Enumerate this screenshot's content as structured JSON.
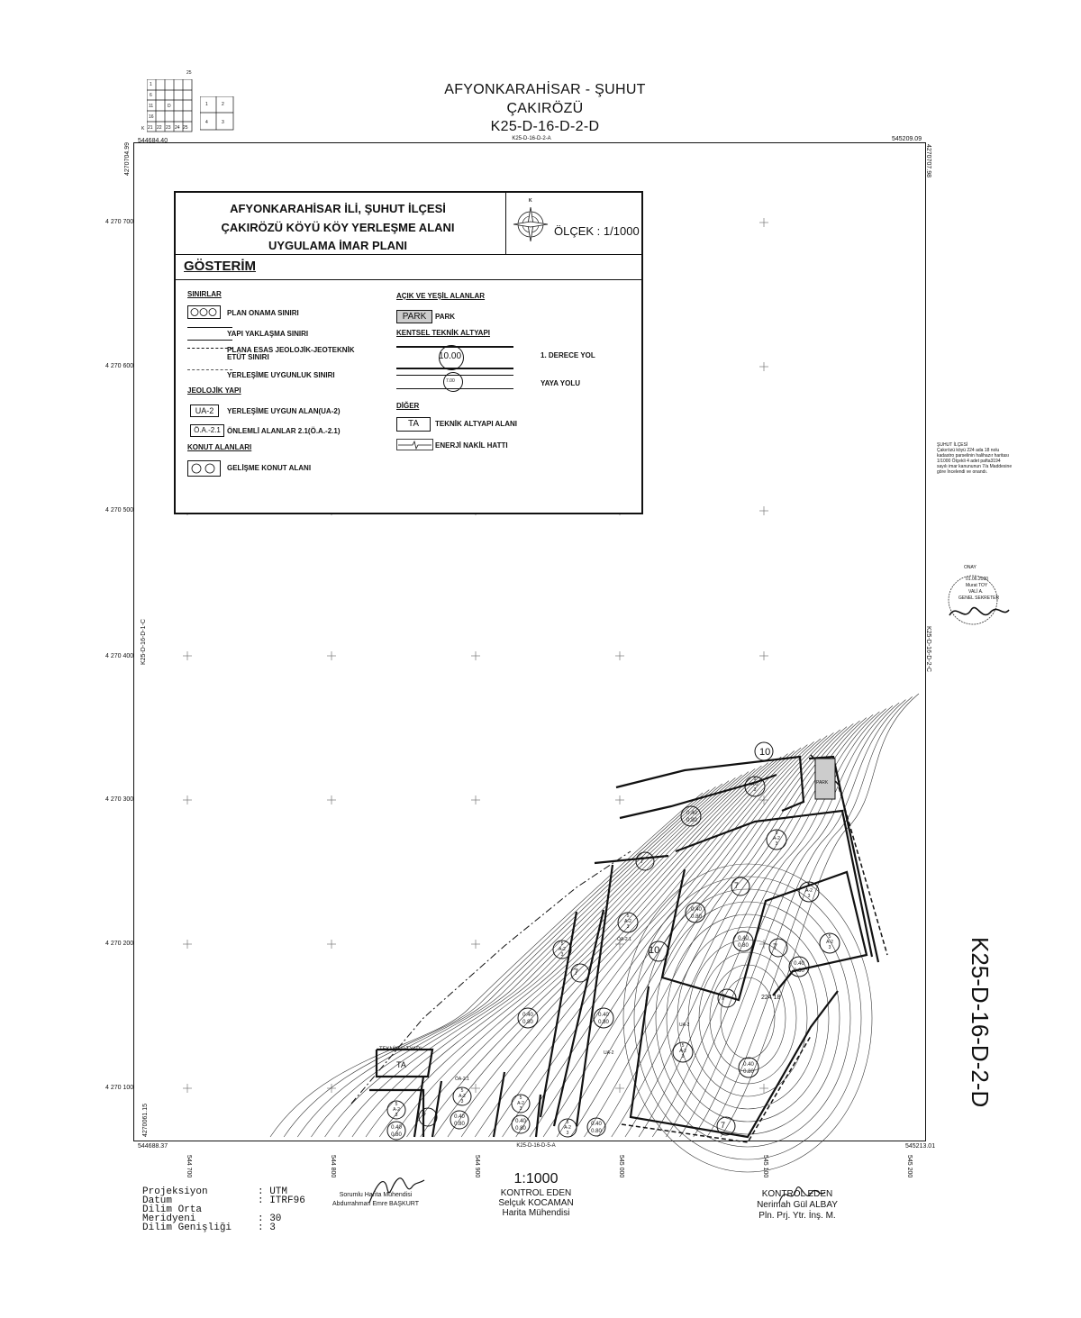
{
  "header": {
    "line1": "AFYONKARAHİSAR - ŞUHUT",
    "line2": "ÇAKIRÖZÜ",
    "sheet": "K25-D-16-D-2-D",
    "top_sheet": "K25-D-16-D-2-A",
    "bottom_sheet": "K25-D-16-D-5-A",
    "left_sheet": "K25-D-16-D-1-C",
    "right_sheet": "K25-D-16-D-2-C",
    "side_sheet": "K25-D-16-D-2-D"
  },
  "index_map": {
    "top_number": "25",
    "cells": [
      "1",
      "6",
      "11",
      "D",
      "16",
      "21",
      "22",
      "23",
      "24",
      "25"
    ],
    "mini_cells": [
      "1",
      "2",
      "4",
      "3"
    ],
    "k_label": "K"
  },
  "corners": {
    "top_left": "544684.40",
    "top_right": "545209.09",
    "bottom_left": "544688.37",
    "bottom_right": "545213.01",
    "left_top_vertical": "4270704.99",
    "left_bottom_vertical": "4270061.15",
    "right_top_vertical": "4270707.98"
  },
  "northing_labels": [
    "4 270 700",
    "4 270 600",
    "4 270 500",
    "4 270 400",
    "4 270 300",
    "4 270 200",
    "4 270 100"
  ],
  "easting_labels": [
    "544 700",
    "544 800",
    "544 900",
    "545 000",
    "545 100",
    "545 200"
  ],
  "legend": {
    "title_line1": "AFYONKARAHİSAR İLİ, ŞUHUT İLÇESİ",
    "title_line2": "ÇAKIRÖZÜ KÖYÜ KÖY YERLEŞME ALANI",
    "title_line3": "UYGULAMA İMAR PLANI",
    "north_letter": "K",
    "scale": "ÖLÇEK : 1/1000",
    "gosterim": "GÖSTERİM",
    "sections": {
      "sinirlar": "SINIRLAR",
      "jeolojik": "JEOLOJİK YAPI",
      "konut": "KONUT ALANLARI",
      "acik_yesil": "AÇIK VE YEŞİL ALANLAR",
      "kentsel": "KENTSEL TEKNİK ALTYAPI",
      "diger": "DİĞER"
    },
    "items": {
      "plan_onama": "PLAN ONAMA SINIRI",
      "yapi_yaklasma": "YAPI YAKLAŞMA SINIRI",
      "jeoteknik_1": "PLANA ESAS JEOLOJİK-JEOTEKNİK",
      "jeoteknik_2": "ETÜT SINIRI",
      "uygunluk": "YERLEŞİME UYGUNLUK SINIRI",
      "ua2": "YERLEŞİME UYGUN ALAN(UA-2)",
      "ua2_sym": "UA-2",
      "oa21": "ÖNLEMLİ ALANLAR 2.1(Ö.A.-2.1)",
      "oa21_sym": "Ö.A.-2.1",
      "gelisme": "GELİŞME KONUT ALANI",
      "park": "PARK",
      "park_sym": "PARK",
      "derece_yol": "1. DERECE YOL",
      "derece_sym": "10.00",
      "yaya_yol": "YAYA YOLU",
      "yaya_sym": "7.00",
      "teknik": "TEKNİK ALTYAPI ALANI",
      "teknik_sym": "TA",
      "enerji": "ENERJİ NAKİL HATTI"
    }
  },
  "approval_note": {
    "lines": [
      "ŞUHUT İLÇESİ",
      "Çakırözü köyü 224 ada 18 nolu",
      "kadastro parselinin halihazır haritası",
      "1/1000 Ölçekli 4 adet pafta3194",
      "sayılı imar kanununun 7/a Maddesine",
      "göre İncelendi ve onandı."
    ]
  },
  "onay": {
    "label": "ONAY",
    "date": "01.06.2020",
    "name": "Murat TOY",
    "title1": "VALİ A.",
    "title2": "GENEL SEKRETER"
  },
  "plan_labels": {
    "road_10": "10",
    "road_7": "7",
    "parcel": "224 18",
    "park": "PARK",
    "ta": "TA",
    "teknik_altyapi": "TEKNİK ALTYAPI",
    "ua": "UA-2",
    "oa": "ÖA-2.1",
    "taks": "0.40",
    "kaks": "0.80",
    "block_top": "5",
    "block_mid": "A-2",
    "block_bot": "3"
  },
  "projection": {
    "rows": [
      {
        "key": "Projeksiyon",
        "val": ": UTM"
      },
      {
        "key": "Datum",
        "val": ": ITRF96"
      },
      {
        "key": "Dilim Orta Meridyeni",
        "val": ": 30"
      },
      {
        "key": "Dilim Genişliği",
        "val": ": 3"
      }
    ]
  },
  "signatures": {
    "sorumlu_1": "Sorumlu Harita Mühendisi",
    "sorumlu_2": "Abdurrahman Emre BAŞKURT",
    "scale": "1:1000",
    "kontrol1_title": "KONTROL EDEN",
    "kontrol1_name": "Selçuk KOCAMAN",
    "kontrol1_role": "Harita Mühendisi",
    "kontrol2_title": "KONTROL EDEN",
    "kontrol2_name": "Nerimah Gül ALBAY",
    "kontrol2_role": "Pln. Prj. Ytr. İnş. M."
  }
}
